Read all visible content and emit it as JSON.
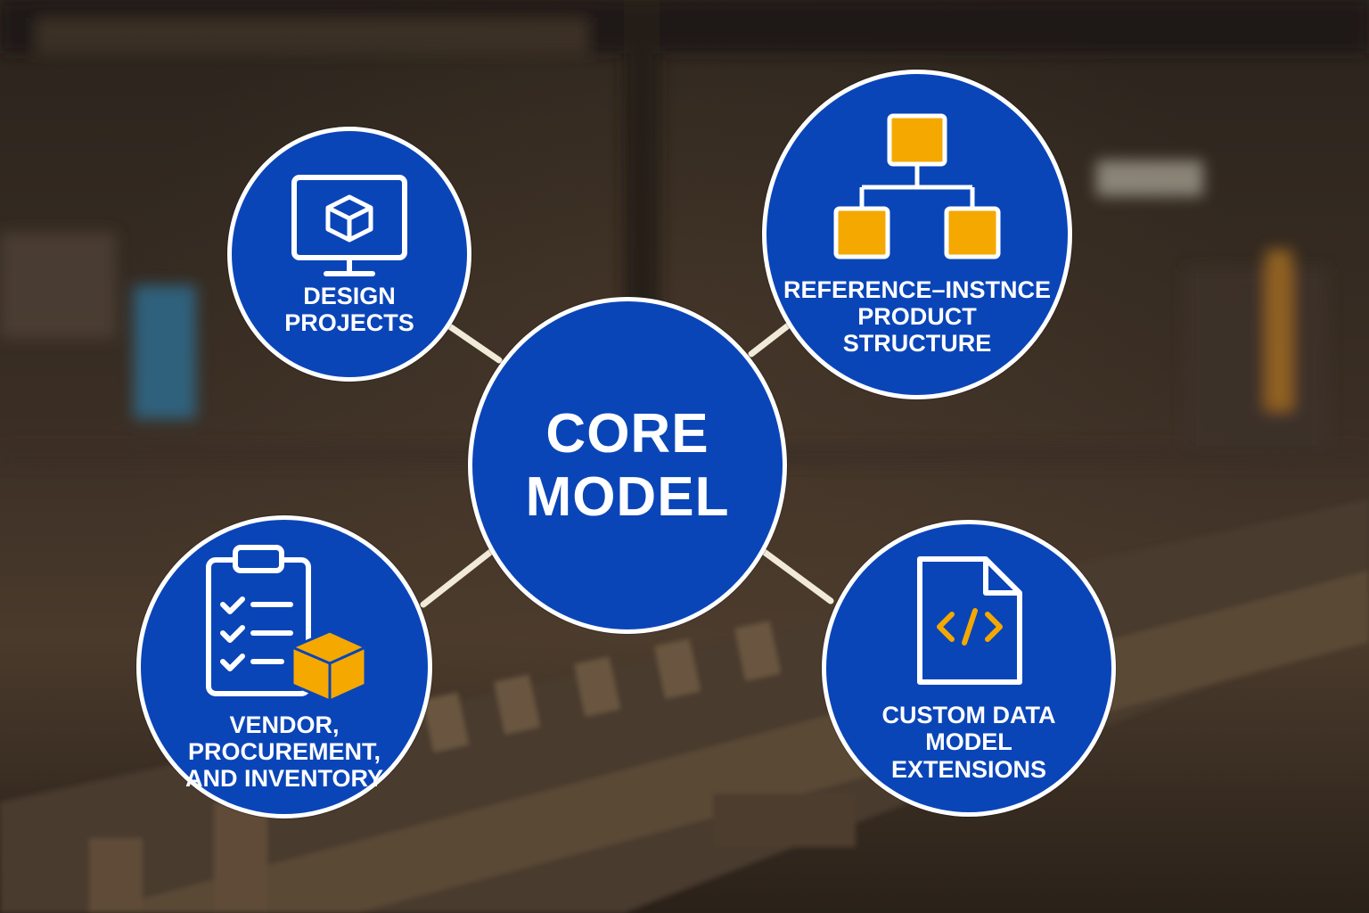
{
  "diagram": {
    "center": {
      "label": "CORE\nMODEL"
    },
    "nodes": [
      {
        "id": "design",
        "label": "DESIGN\nPROJECTS",
        "icon": "monitor-cube-icon"
      },
      {
        "id": "reference",
        "label": "REFERENCE–INSTNCE\nPRODUCT\nSTRUCTURE",
        "icon": "hierarchy-icon"
      },
      {
        "id": "vendor",
        "label": "VENDOR,\nPROCUREMENT,\nAND INVENTORY",
        "icon": "checklist-box-icon"
      },
      {
        "id": "custom",
        "label": "CUSTOM DATA\nMODEL\nEXTENSIONS",
        "icon": "code-file-icon"
      }
    ]
  },
  "colors": {
    "node_fill": "#0a45b8",
    "node_border": "#ffffff",
    "accent": "#f5a800",
    "connector": "#f2ead8",
    "text": "#ffffff"
  }
}
